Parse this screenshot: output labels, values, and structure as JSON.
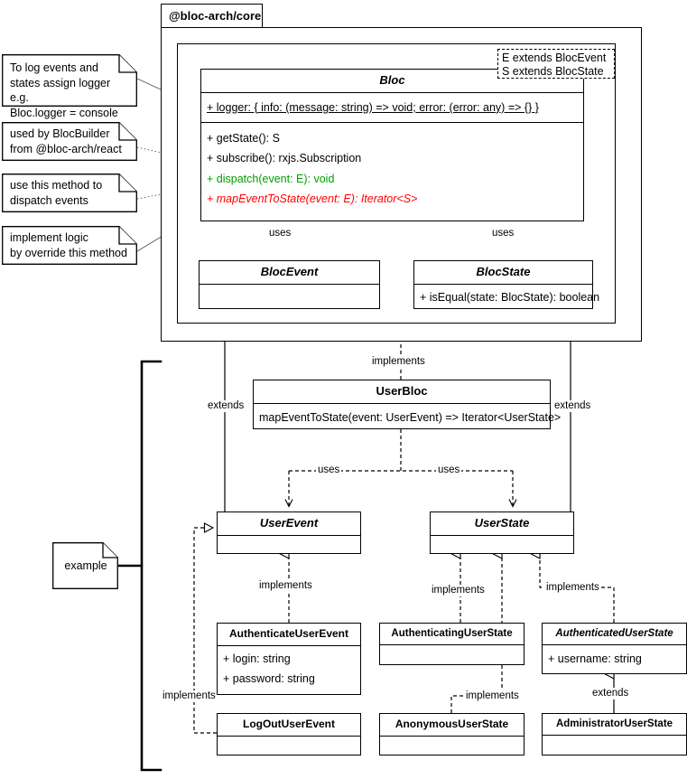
{
  "diagram": {
    "title": "@bloc-arch/core",
    "type": "uml-class-diagram"
  },
  "package": {
    "label": "@bloc-arch/core"
  },
  "type_params": {
    "line1": "E extends BlocEvent",
    "line2": "S extends BlocState"
  },
  "classes": {
    "bloc": {
      "name": "Bloc",
      "attributes": [
        "+ logger: { info: (message: string) => void; error: (error: any) => {} }"
      ],
      "methods": [
        "+ getState(): S",
        "+ subscribe(): rxjs.Subscription",
        "+ dispatch(event: E): void",
        "+ mapEventToState(event: E): Iterator<S>"
      ]
    },
    "bloc_event": {
      "name": "BlocEvent",
      "members": []
    },
    "bloc_state": {
      "name": "BlocState",
      "members": [
        "+ isEqual(state: BlocState): boolean"
      ]
    },
    "user_bloc": {
      "name": "UserBloc",
      "members": [
        "mapEventToState(event: UserEvent) => Iterator<UserState>"
      ]
    },
    "user_event": {
      "name": "UserEvent",
      "members": []
    },
    "user_state": {
      "name": "UserState",
      "members": []
    },
    "authenticate_user_event": {
      "name": "AuthenticateUserEvent",
      "members": [
        "+ login: string",
        "+ password: string"
      ]
    },
    "logout_user_event": {
      "name": "LogOutUserEvent",
      "members": []
    },
    "authenticating_user_state": {
      "name": "AuthenticatingUserState",
      "members": []
    },
    "anonymous_user_state": {
      "name": "AnonymousUserState",
      "members": []
    },
    "authenticated_user_state": {
      "name": "AuthenticatedUserState",
      "members": [
        "+ username: string"
      ]
    },
    "administrator_user_state": {
      "name": "AdministratorUserState",
      "members": []
    }
  },
  "notes": {
    "logger": "To log events and\nstates assign logger e.g.\nBloc.logger = console",
    "subscribe": "used by BlocBuilder\nfrom @bloc-arch/react",
    "dispatch": "use this method to\ndispatch events",
    "map_event": "implement logic\nby override this method",
    "example": "example"
  },
  "edges": {
    "uses_event": "uses",
    "uses_state": "uses",
    "implements_userbloc": "implements",
    "extends_left": "extends",
    "extends_right": "extends",
    "uses_userevent": "uses",
    "uses_userstate": "uses",
    "implements_userevent": "implements",
    "implements_userstate_left": "implements",
    "implements_userstate_right": "implements",
    "implements_logout": "implements",
    "implements_anonymous": "implements",
    "extends_admin": "extends"
  },
  "colors": {
    "stroke": "#000000",
    "background": "#ffffff",
    "green_member": "#00a000",
    "red_member": "#ff0000"
  }
}
